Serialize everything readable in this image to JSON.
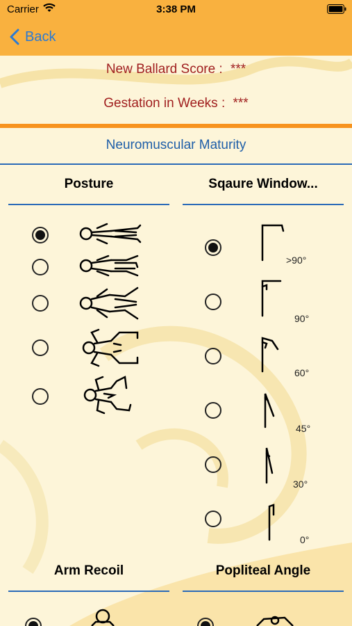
{
  "status_bar": {
    "carrier": "Carrier",
    "time": "3:38 PM"
  },
  "nav": {
    "back_label": "Back"
  },
  "scores": {
    "ballard_label": "New Ballard Score :",
    "ballard_value": "***",
    "gestation_label": "Gestation in Weeks :",
    "gestation_value": "***"
  },
  "section": {
    "title": "Neuromuscular Maturity"
  },
  "posture": {
    "title": "Posture",
    "options": [
      {
        "selected": true
      },
      {
        "selected": false
      },
      {
        "selected": false
      },
      {
        "selected": false
      },
      {
        "selected": false
      }
    ]
  },
  "square_window": {
    "title": "Sqaure Window...",
    "options": [
      {
        "selected": true,
        "angle": ">90°"
      },
      {
        "selected": false,
        "angle": "90°"
      },
      {
        "selected": false,
        "angle": "60°"
      },
      {
        "selected": false,
        "angle": "45°"
      },
      {
        "selected": false,
        "angle": "30°"
      },
      {
        "selected": false,
        "angle": "0°"
      }
    ]
  },
  "arm_recoil": {
    "title": "Arm Recoil"
  },
  "popliteal_angle": {
    "title": "Popliteal Angle"
  },
  "colors": {
    "header": "#f9b13f",
    "background": "#fdf5d9",
    "score_text": "#a01e1e",
    "section_text": "#1e5ea8",
    "link": "#2a7ad4"
  }
}
